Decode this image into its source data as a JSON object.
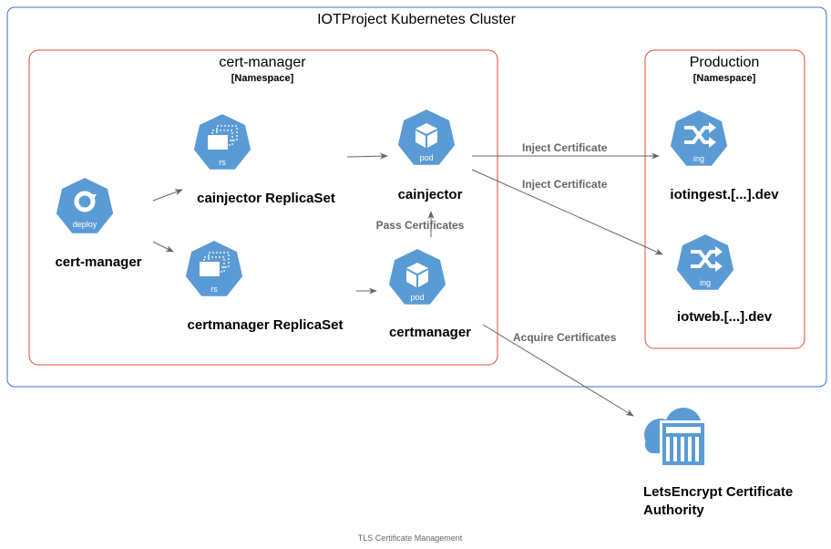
{
  "cluster": {
    "title": "IOTProject Kubernetes Cluster",
    "border_color": "#3b73b9"
  },
  "namespaces": {
    "cert_manager": {
      "title": "cert-manager",
      "subtitle": "[Namespace]",
      "border_color": "#e2492e"
    },
    "production": {
      "title": "Production",
      "subtitle": "[Namespace]",
      "border_color": "#e2492e"
    }
  },
  "icon_color": "#5a9bd5",
  "nodes": {
    "deploy": {
      "icon": "deploy-icon",
      "icon_label": "deploy",
      "label": "cert-manager"
    },
    "rs_cainjector": {
      "icon": "replicaset-icon",
      "icon_label": "rs",
      "label": "cainjector ReplicaSet"
    },
    "rs_certmanager": {
      "icon": "replicaset-icon",
      "icon_label": "rs",
      "label": "certmanager ReplicaSet"
    },
    "pod_cainjector": {
      "icon": "pod-icon",
      "icon_label": "pod",
      "label": "cainjector"
    },
    "pod_certmanager": {
      "icon": "pod-icon",
      "icon_label": "pod",
      "label": "certmanager"
    },
    "ing_iotingest": {
      "icon": "ingress-icon",
      "icon_label": "ing",
      "label": "iotingest.[...].dev"
    },
    "ing_iotweb": {
      "icon": "ingress-icon",
      "icon_label": "ing",
      "label": "iotweb.[...].dev"
    },
    "letsencrypt": {
      "icon": "cloud-datacenter-icon",
      "label_line1": "LetsEncrypt Certificate",
      "label_line2": "Authority"
    }
  },
  "edges": {
    "pass_certificates": "Pass Certificates",
    "inject_certificate_ingest": "Inject Certificate",
    "inject_certificate_web": "Inject Certificate",
    "acquire_certificates": "Acquire Certificates"
  },
  "caption": "TLS Certificate Management"
}
